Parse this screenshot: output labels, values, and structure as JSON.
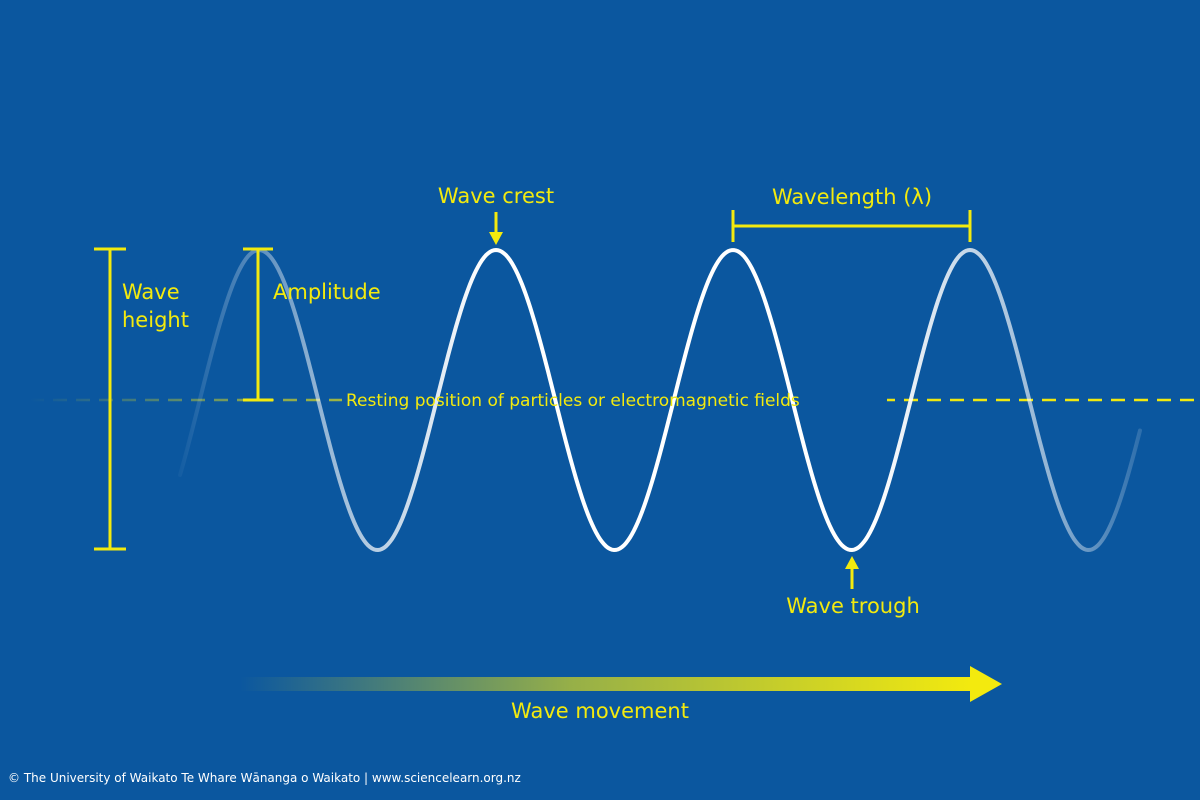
{
  "labels": {
    "wave_height_line1": "Wave",
    "wave_height_line2": "height",
    "amplitude": "Amplitude",
    "wave_crest": "Wave crest",
    "wavelength": "Wavelength (λ)",
    "resting_position": "Resting position of particles or electromagnetic fields",
    "wave_trough": "Wave trough",
    "wave_movement": "Wave movement"
  },
  "credit": "© The University of Waikato Te Whare Wānanga o Waikato | www.sciencelearn.org.nz",
  "colors": {
    "background": "#0b579f",
    "annotation": "#f3ea0e",
    "wave": "#ffffff"
  }
}
